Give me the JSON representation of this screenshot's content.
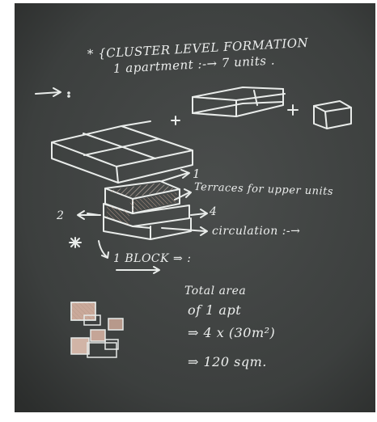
{
  "notes": {
    "title": "* {CLUSTER LEVEL FORMATION",
    "subtitle": "1 apartment :-→ 7 units .",
    "label_1": "1",
    "terraces": "Terraces for upper units",
    "label_2": "2",
    "label_4": "4",
    "circulation": "circulation :-→",
    "block": "1 BLOCK ⇒ :",
    "total_1": "Total area",
    "total_2": "of 1 apt",
    "total_3": "⇒ 4 x (30m²)",
    "total_4": "⇒ 120 sqm."
  },
  "colors": {
    "board": "#3f4241",
    "board_dark": "#2b2d2c",
    "chalk": "#eceeed",
    "hatch": "#9a7f72"
  }
}
